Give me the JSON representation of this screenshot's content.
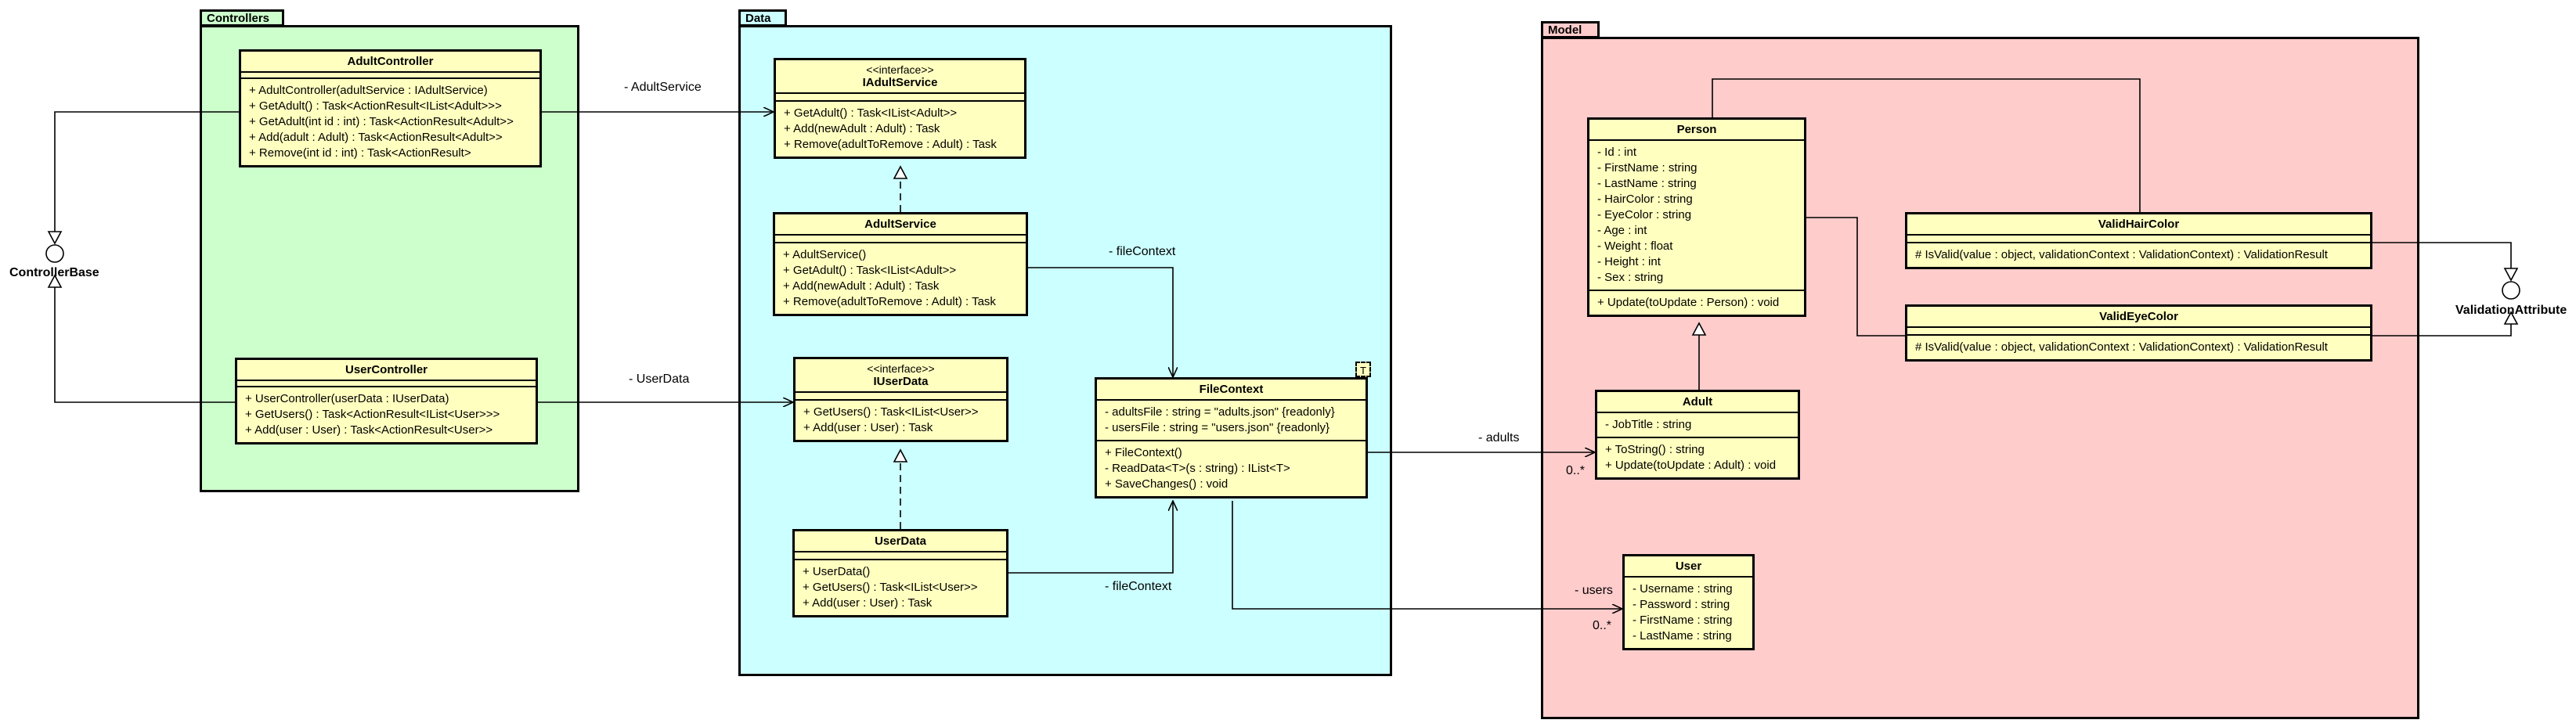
{
  "packages": {
    "controllers": {
      "name": "Controllers",
      "fill": "#ccffcc"
    },
    "data": {
      "name": "Data",
      "fill": "#ccffff"
    },
    "model": {
      "name": "Model",
      "fill": "#ffcccc"
    }
  },
  "interfaces": {
    "controller_base": "ControllerBase",
    "validation_attribute": "ValidationAttribute"
  },
  "classes": {
    "adult_controller": {
      "name": "AdultController",
      "methods": [
        "+ AdultController(adultService : IAdultService)",
        "+ GetAdult() : Task<ActionResult<IList<Adult>>>",
        "+ GetAdult(int id : int) : Task<ActionResult<Adult>>",
        "+ Add(adult : Adult) : Task<ActionResult<Adult>>",
        "+ Remove(int id : int) : Task<ActionResult>"
      ]
    },
    "user_controller": {
      "name": "UserController",
      "methods": [
        "+ UserController(userData : IUserData)",
        "+ GetUsers() : Task<ActionResult<IList<User>>>",
        "+ Add(user : User) : Task<ActionResult<User>>"
      ]
    },
    "iadult_service": {
      "stereotype": "<<interface>>",
      "name": "IAdultService",
      "methods": [
        "+ GetAdult() : Task<IList<Adult>>",
        "+ Add(newAdult : Adult) : Task",
        "+ Remove(adultToRemove : Adult) : Task"
      ]
    },
    "adult_service": {
      "name": "AdultService",
      "methods": [
        "+ AdultService()",
        "+ GetAdult() : Task<IList<Adult>>",
        "+ Add(newAdult : Adult) : Task",
        "+ Remove(adultToRemove : Adult) : Task"
      ]
    },
    "iuser_data": {
      "stereotype": "<<interface>>",
      "name": "IUserData",
      "methods": [
        "+ GetUsers() : Task<IList<User>>",
        "+ Add(user : User) : Task"
      ]
    },
    "user_data": {
      "name": "UserData",
      "methods": [
        "+ UserData()",
        "+ GetUsers() : Task<IList<User>>",
        "+ Add(user : User) : Task"
      ]
    },
    "file_context": {
      "name": "FileContext",
      "template_param": "T",
      "attributes": [
        "- adultsFile : string = \"adults.json\" {readonly}",
        "- usersFile : string = \"users.json\" {readonly}"
      ],
      "methods": [
        "+ FileContext()",
        "- ReadData<T>(s : string) : IList<T>",
        "+ SaveChanges() : void"
      ]
    },
    "person": {
      "name": "Person",
      "attributes": [
        "- Id : int",
        "- FirstName : string",
        "- LastName : string",
        "- HairColor : string",
        "- EyeColor : string",
        "- Age : int",
        "- Weight : float",
        "- Height : int",
        "- Sex : string"
      ],
      "methods": [
        "+ Update(toUpdate : Person) : void"
      ]
    },
    "adult": {
      "name": "Adult",
      "attributes": [
        "- JobTitle : string"
      ],
      "methods": [
        "+ ToString() : string",
        "+ Update(toUpdate : Adult) : void"
      ]
    },
    "user": {
      "name": "User",
      "attributes": [
        "- Username : string",
        "- Password : string",
        "- FirstName : string",
        "- LastName : string"
      ]
    },
    "valid_hair_color": {
      "name": "ValidHairColor",
      "methods": [
        "# IsValid(value : object, validationContext : ValidationContext) : ValidationResult"
      ]
    },
    "valid_eye_color": {
      "name": "ValidEyeColor",
      "methods": [
        "# IsValid(value : object, validationContext : ValidationContext) : ValidationResult"
      ]
    }
  },
  "associations": {
    "adult_service": "- AdultService",
    "user_data": "- UserData",
    "file_context_1": "- fileContext",
    "file_context_2": "- fileContext",
    "adults": "- adults",
    "adults_mult": "0..*",
    "users": "- users",
    "users_mult": "0..*"
  }
}
